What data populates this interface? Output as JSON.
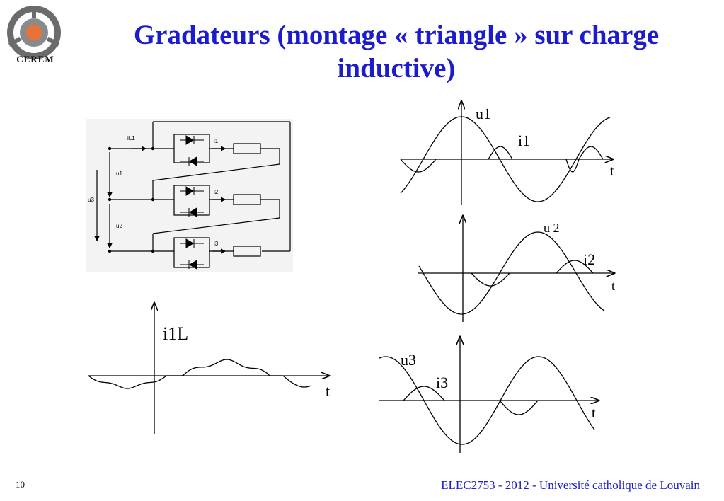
{
  "slide": {
    "title": "Gradateurs (montage « triangle » sur charge inductive)",
    "page_number": "10",
    "footer": "ELEC2753 - 2012 - Université catholique de Louvain"
  },
  "logo": {
    "text": "CEREM",
    "icon": "cerem-logo-icon",
    "accent_color": "#e8733a"
  },
  "circuit": {
    "labels": {
      "il1": "iL1",
      "i1": "i1",
      "i2": "i2",
      "i3": "i3",
      "u1": "u1",
      "u2": "u2",
      "u3": "u3"
    }
  },
  "waveforms": {
    "phase1": {
      "u": "u1",
      "i": "i1",
      "t": "t"
    },
    "phase2": {
      "u": "u 2",
      "i": "i2",
      "t": "t"
    },
    "phase3": {
      "u": "u3",
      "i": "i3",
      "t": "t"
    },
    "line": {
      "i": "i1L",
      "t": "t"
    }
  },
  "colors": {
    "title": "#1c1ccc",
    "footer": "#1c1ccc"
  }
}
